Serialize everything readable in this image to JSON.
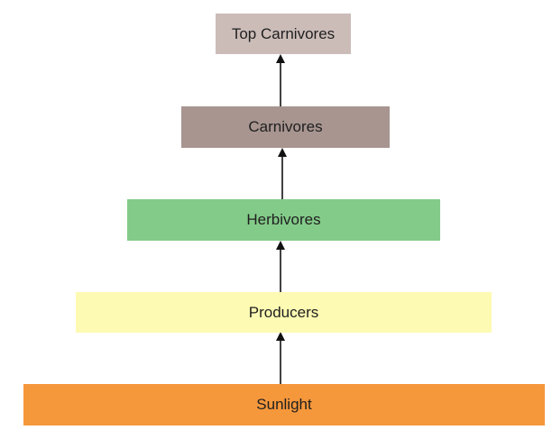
{
  "levels": [
    {
      "key": "top_carnivores",
      "label": "Top Carnivores",
      "color": "#cbbcb8"
    },
    {
      "key": "carnivores",
      "label": "Carnivores",
      "color": "#a89590"
    },
    {
      "key": "herbivores",
      "label": "Herbivores",
      "color": "#83cb89"
    },
    {
      "key": "producers",
      "label": "Producers",
      "color": "#fdfab3"
    },
    {
      "key": "sunlight",
      "label": "Sunlight",
      "color": "#f5973b"
    }
  ],
  "arrow_color": "#111111"
}
